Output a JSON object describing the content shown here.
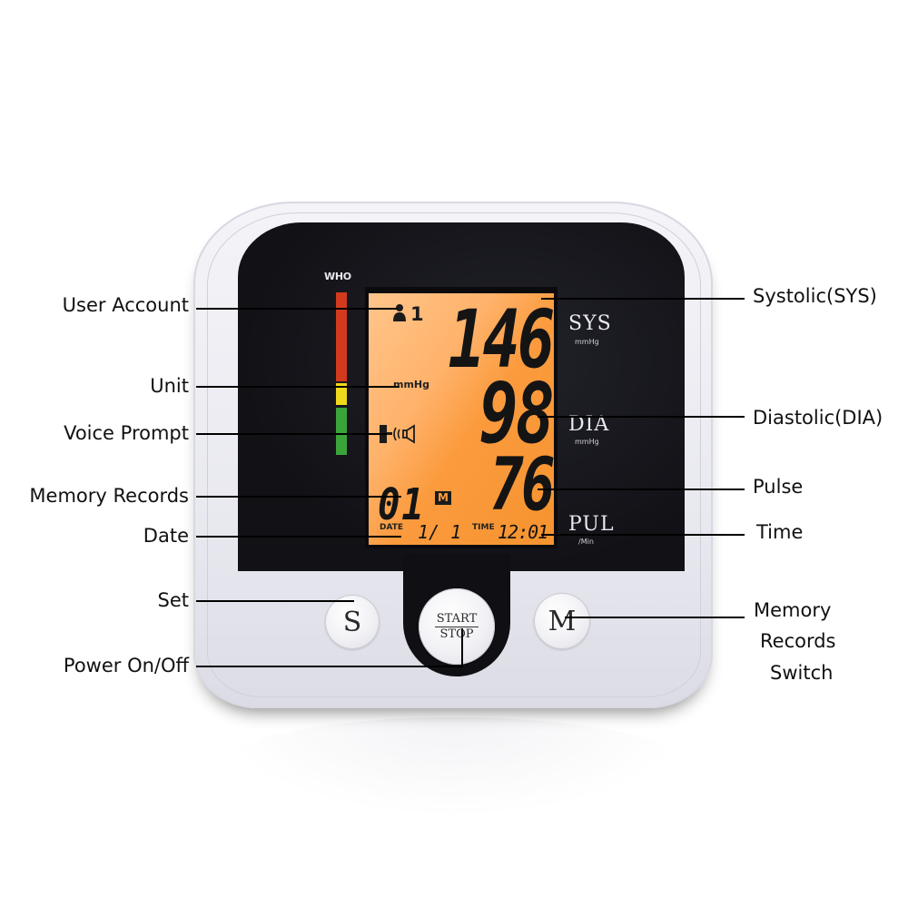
{
  "device": {
    "who_label": "WHO",
    "who_scale_colors": {
      "red": "#d23a1e",
      "yellow": "#f2d81c",
      "green": "#3aa43a"
    },
    "lcd_backlight_color": "#fb9b3e",
    "lcd": {
      "user_icon": "user-icon",
      "user_number": "1",
      "unit": "mmHg",
      "voice_icon": "▮((◁",
      "systolic": "146",
      "diastolic": "98",
      "pulse": "76",
      "memory_number": "01",
      "memory_badge": "M",
      "date_label": "DATE",
      "date_value": "1/ 1",
      "time_label": "TIME",
      "time_value": "12:01"
    },
    "panel_labels": {
      "sys": "SYS",
      "sys_unit": "mmHg",
      "dia": "DIA",
      "dia_unit": "mmHg",
      "pul": "PUL",
      "pul_unit": "/Min"
    },
    "buttons": {
      "set": "S",
      "start_top": "START",
      "start_bottom": "STOP",
      "memory": "M"
    }
  },
  "callouts": {
    "left": [
      {
        "label": "User Account"
      },
      {
        "label": "Unit"
      },
      {
        "label": "Voice Prompt"
      },
      {
        "label": "Memory Records"
      },
      {
        "label": "Date"
      },
      {
        "label": "Set"
      },
      {
        "label": "Power On/Off"
      }
    ],
    "right": [
      {
        "label": "Systolic(SYS)"
      },
      {
        "label": "Diastolic(DIA)"
      },
      {
        "label": "Pulse"
      },
      {
        "label": "Time"
      },
      {
        "label_lines": [
          "Memory",
          "Records",
          "Switch"
        ]
      }
    ]
  }
}
